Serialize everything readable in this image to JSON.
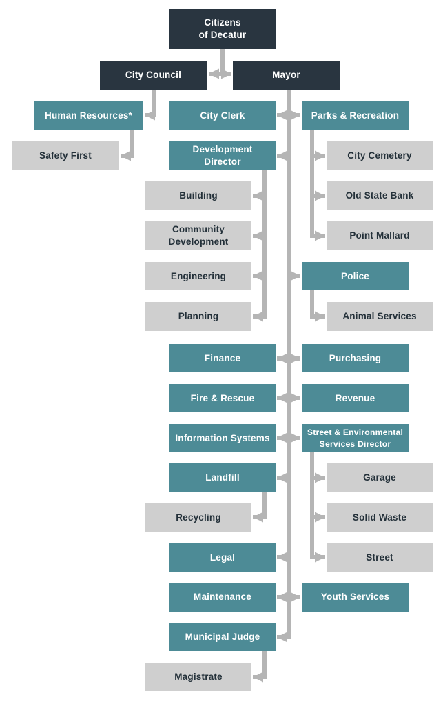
{
  "diagram": {
    "type": "org-chart",
    "colors": {
      "dark_box": "#293540",
      "teal_box": "#4d8b96",
      "gray_box": "#cfcfcf",
      "connector": "#b5b5b5",
      "text_on_color": "#ffffff",
      "text_on_gray": "#24313a",
      "background": "#ffffff"
    }
  },
  "nodes": {
    "citizens": {
      "label": "Citizens\nof Decatur"
    },
    "city_council": {
      "label": "City Council"
    },
    "mayor": {
      "label": "Mayor"
    },
    "human_resources": {
      "label": "Human Resources*"
    },
    "safety_first": {
      "label": "Safety First"
    },
    "city_clerk": {
      "label": "City Clerk"
    },
    "parks_recreation": {
      "label": "Parks & Recreation"
    },
    "development_director": {
      "label": "Development\nDirector"
    },
    "city_cemetery": {
      "label": "City Cemetery"
    },
    "building": {
      "label": "Building"
    },
    "old_state_bank": {
      "label": "Old State Bank"
    },
    "community_development": {
      "label": "Community\nDevelopment"
    },
    "point_mallard": {
      "label": "Point Mallard"
    },
    "engineering": {
      "label": "Engineering"
    },
    "police": {
      "label": "Police"
    },
    "planning": {
      "label": "Planning"
    },
    "animal_services": {
      "label": "Animal Services"
    },
    "finance": {
      "label": "Finance"
    },
    "purchasing": {
      "label": "Purchasing"
    },
    "fire_rescue": {
      "label": "Fire & Rescue"
    },
    "revenue": {
      "label": "Revenue"
    },
    "information_systems": {
      "label": "Information Systems"
    },
    "street_env_director": {
      "label": "Street & Environmental\nServices Director"
    },
    "landfill": {
      "label": "Landfill"
    },
    "garage": {
      "label": "Garage"
    },
    "recycling": {
      "label": "Recycling"
    },
    "solid_waste": {
      "label": "Solid Waste"
    },
    "legal": {
      "label": "Legal"
    },
    "street": {
      "label": "Street"
    },
    "maintenance": {
      "label": "Maintenance"
    },
    "youth_services": {
      "label": "Youth Services"
    },
    "municipal_judge": {
      "label": "Municipal Judge"
    },
    "magistrate": {
      "label": "Magistrate"
    }
  },
  "edges": [
    {
      "from": "citizens",
      "to": "city_council"
    },
    {
      "from": "citizens",
      "to": "mayor"
    },
    {
      "from": "city_council",
      "to": "human_resources"
    },
    {
      "from": "human_resources",
      "to": "safety_first"
    },
    {
      "from": "mayor",
      "to": "city_clerk"
    },
    {
      "from": "mayor",
      "to": "parks_recreation"
    },
    {
      "from": "mayor",
      "to": "development_director"
    },
    {
      "from": "mayor",
      "to": "police"
    },
    {
      "from": "mayor",
      "to": "finance"
    },
    {
      "from": "mayor",
      "to": "purchasing"
    },
    {
      "from": "mayor",
      "to": "fire_rescue"
    },
    {
      "from": "mayor",
      "to": "revenue"
    },
    {
      "from": "mayor",
      "to": "information_systems"
    },
    {
      "from": "mayor",
      "to": "street_env_director"
    },
    {
      "from": "mayor",
      "to": "landfill"
    },
    {
      "from": "mayor",
      "to": "legal"
    },
    {
      "from": "mayor",
      "to": "maintenance"
    },
    {
      "from": "mayor",
      "to": "youth_services"
    },
    {
      "from": "mayor",
      "to": "municipal_judge"
    },
    {
      "from": "parks_recreation",
      "to": "city_cemetery"
    },
    {
      "from": "parks_recreation",
      "to": "old_state_bank"
    },
    {
      "from": "parks_recreation",
      "to": "point_mallard"
    },
    {
      "from": "development_director",
      "to": "building"
    },
    {
      "from": "development_director",
      "to": "community_development"
    },
    {
      "from": "development_director",
      "to": "engineering"
    },
    {
      "from": "development_director",
      "to": "planning"
    },
    {
      "from": "police",
      "to": "animal_services"
    },
    {
      "from": "street_env_director",
      "to": "garage"
    },
    {
      "from": "street_env_director",
      "to": "solid_waste"
    },
    {
      "from": "street_env_director",
      "to": "street"
    },
    {
      "from": "landfill",
      "to": "recycling"
    },
    {
      "from": "municipal_judge",
      "to": "magistrate"
    }
  ]
}
